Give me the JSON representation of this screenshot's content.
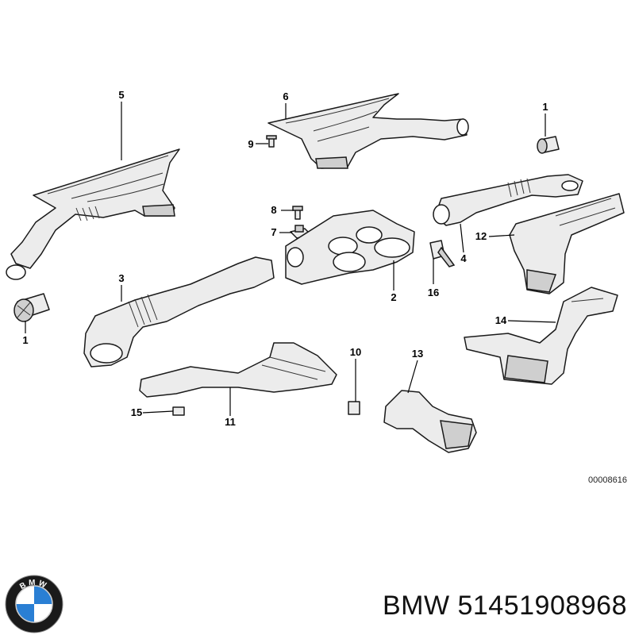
{
  "diagram": {
    "callouts": [
      {
        "id": "c5",
        "label": "5"
      },
      {
        "id": "c6",
        "label": "6"
      },
      {
        "id": "c1a",
        "label": "1"
      },
      {
        "id": "c9",
        "label": "9"
      },
      {
        "id": "c8",
        "label": "8"
      },
      {
        "id": "c7",
        "label": "7"
      },
      {
        "id": "c2",
        "label": "2"
      },
      {
        "id": "c4",
        "label": "4"
      },
      {
        "id": "c12",
        "label": "12"
      },
      {
        "id": "c16",
        "label": "16"
      },
      {
        "id": "c3",
        "label": "3"
      },
      {
        "id": "c1b",
        "label": "1"
      },
      {
        "id": "c14",
        "label": "14"
      },
      {
        "id": "c10",
        "label": "10"
      },
      {
        "id": "c13",
        "label": "13"
      },
      {
        "id": "c15",
        "label": "15"
      },
      {
        "id": "c11",
        "label": "11"
      }
    ],
    "reference_code": "00008616"
  },
  "brand": {
    "logo_text": "BMW",
    "caption": "BMW 51451908968",
    "logo_colors": {
      "ring": "#1a1a1a",
      "blue": "#2a7fd4",
      "white": "#ffffff"
    }
  }
}
